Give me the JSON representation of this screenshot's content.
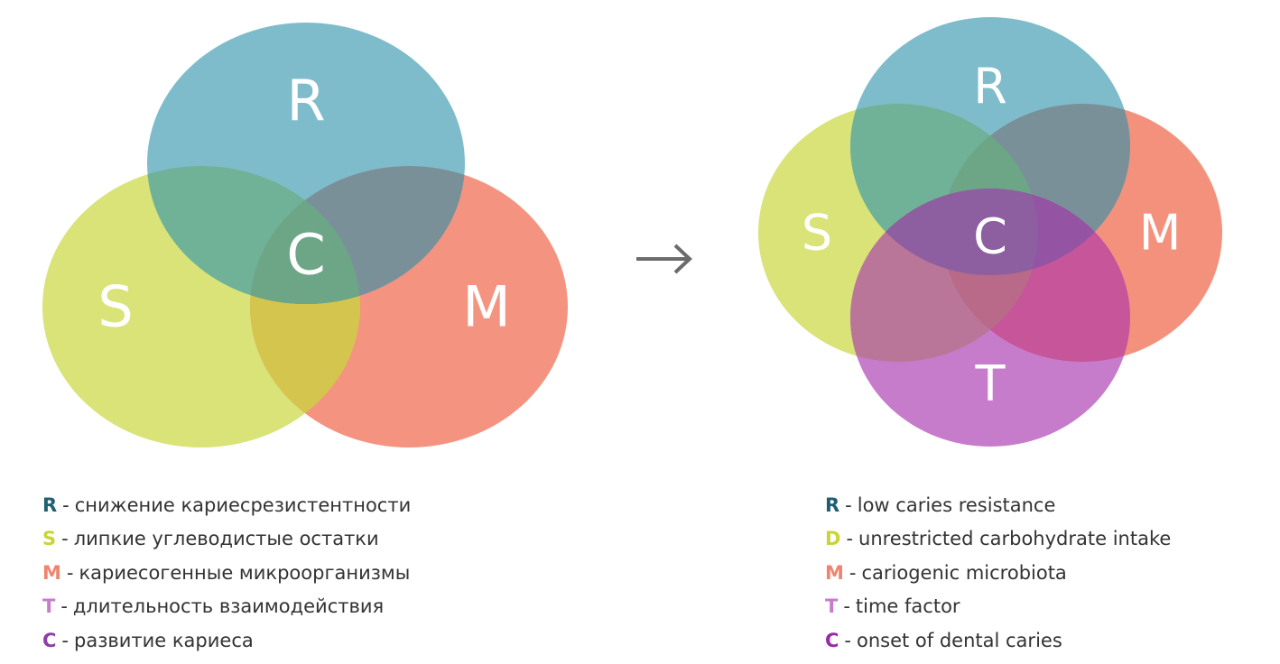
{
  "colors": {
    "R": "#7fbccb",
    "S": "#d9e377",
    "M": "#f4917d",
    "T": "#c77ccb",
    "C_key": "#8e3ea6",
    "R_key": "#1f5f73",
    "S_key": "#c9d43a",
    "M_key": "#f0846e",
    "T_key": "#c77ccb",
    "C_key_right": "#9b2aa8",
    "arrow": "#6b6b6b",
    "text": "#333333"
  },
  "left_diagram": {
    "labels": {
      "R": "R",
      "S": "S",
      "M": "M",
      "C": "C"
    }
  },
  "right_diagram": {
    "labels": {
      "R": "R",
      "S": "S",
      "M": "M",
      "T": "T",
      "C": "C"
    }
  },
  "arrow": {
    "icon": "right-arrow-icon"
  },
  "legend_left": [
    {
      "key": "R",
      "separator": "-",
      "text": "снижение кариесрезистентности"
    },
    {
      "key": "S",
      "separator": "-",
      "text": "липкие углеводистые остатки"
    },
    {
      "key": "M",
      "separator": " -",
      "text": "кариесогенные микроорганизмы"
    },
    {
      "key": "T",
      "separator": "-",
      "text": "длительность взаимодействия"
    },
    {
      "key": "C",
      "separator": "-",
      "text": "развитие кариеса"
    }
  ],
  "legend_right": [
    {
      "key": "R",
      "separator": "-",
      "text": "low caries resistance"
    },
    {
      "key": "D",
      "separator": "-",
      "text": "unrestricted carbohydrate intake"
    },
    {
      "key": "M",
      "separator": " -",
      "text": "cariogenic microbiota"
    },
    {
      "key": "T",
      "separator": "-",
      "text": "time factor"
    },
    {
      "key": "C",
      "separator": "-",
      "text": "onset of dental caries"
    }
  ]
}
